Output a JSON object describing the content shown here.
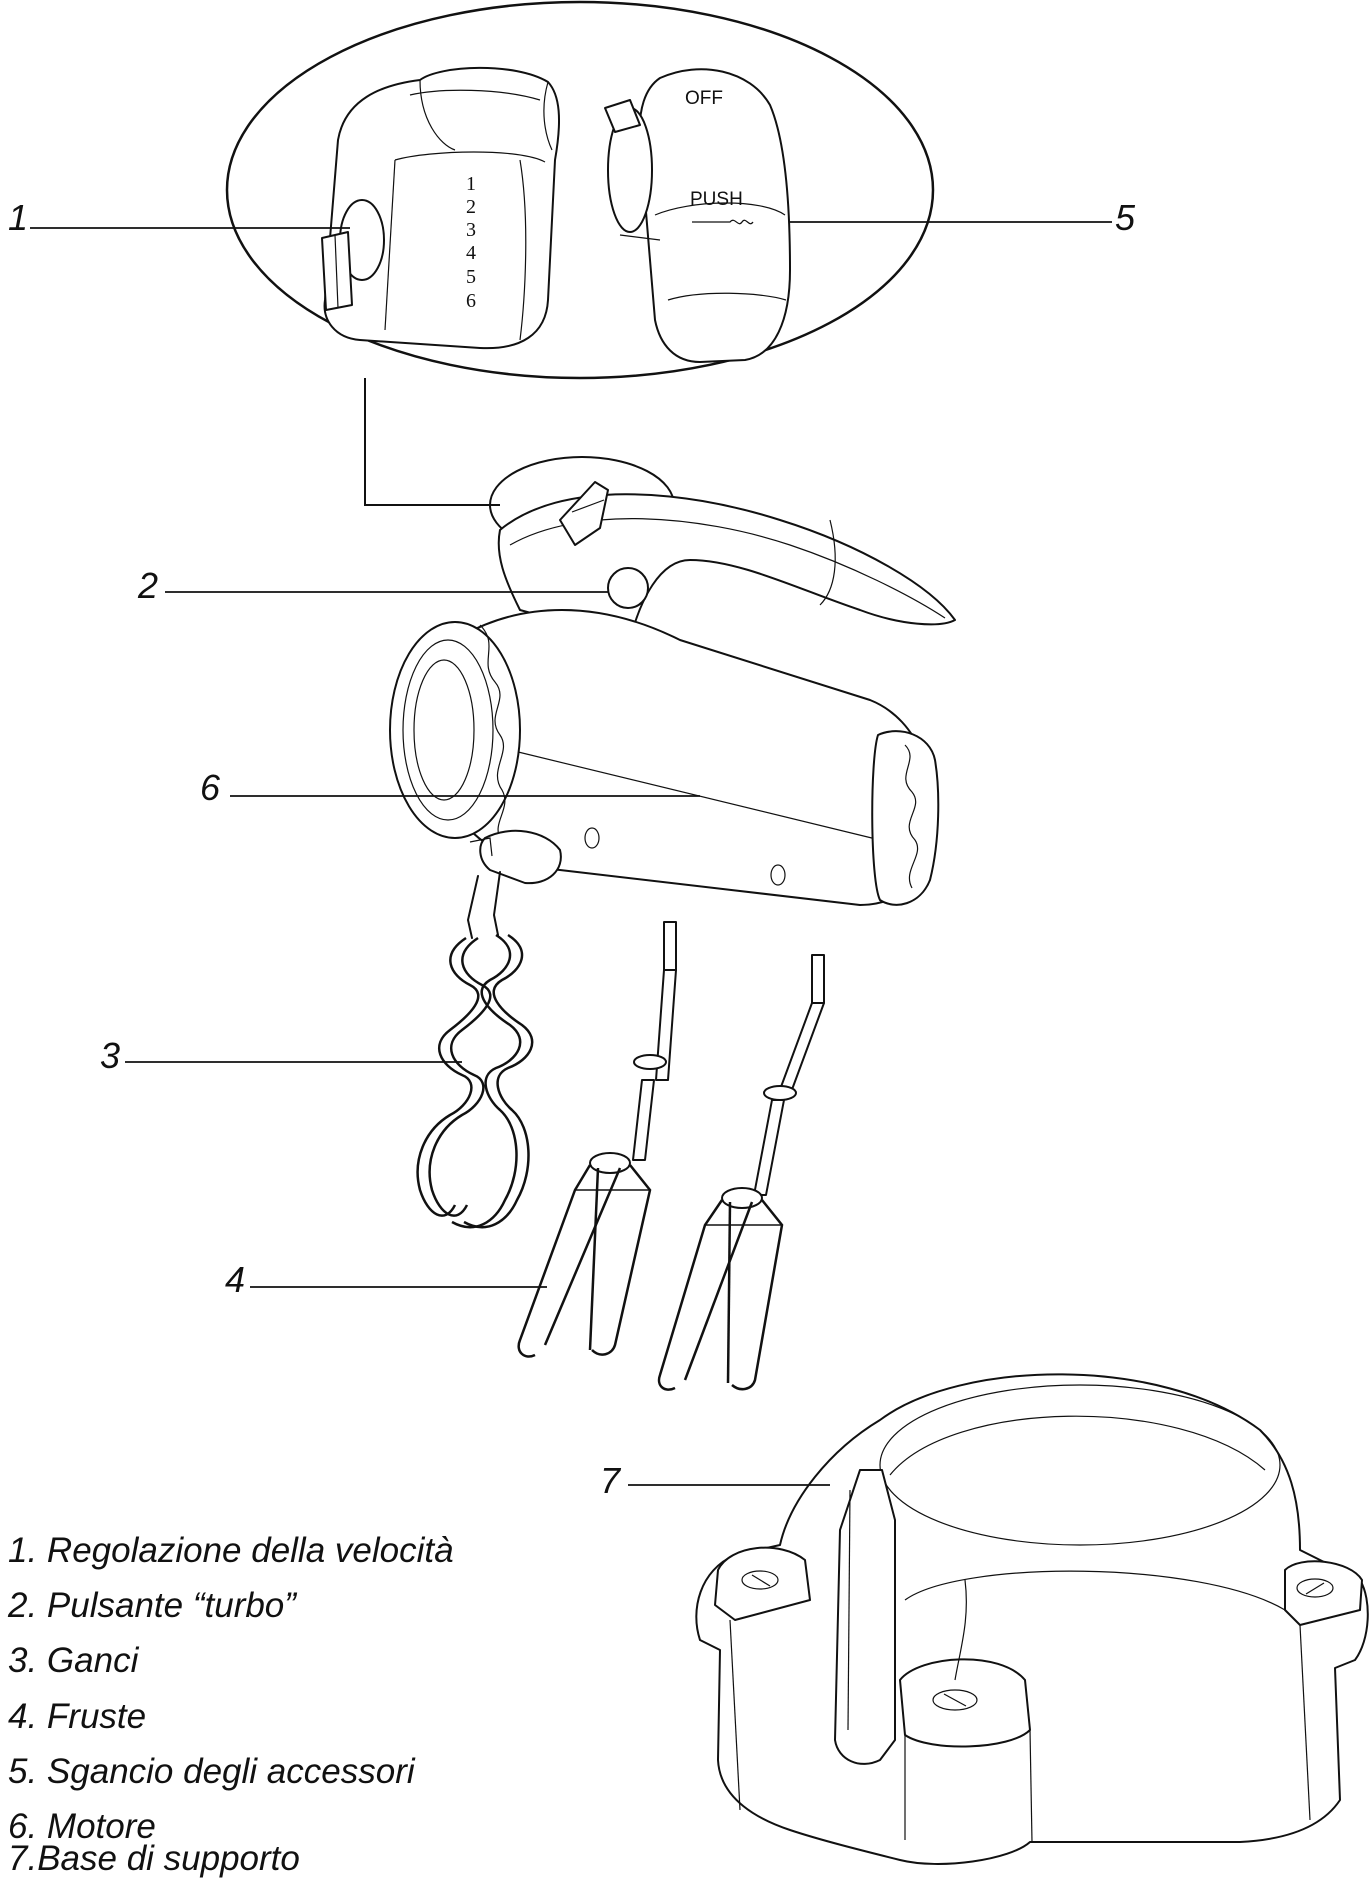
{
  "zoom_panel": {
    "speed_scale": [
      "1",
      "2",
      "3",
      "4",
      "5",
      "6"
    ],
    "eject_off_label": "OFF",
    "eject_push_label": "PUSH"
  },
  "callouts": [
    "1",
    "2",
    "3",
    "4",
    "5",
    "6",
    "7"
  ],
  "legend": [
    "1. Regolazione della velocità",
    "2. Pulsante “turbo”",
    "3. Ganci",
    "4. Fruste",
    "5. Sgancio degli accessori",
    "6. Motore",
    "7.Base di supporto"
  ]
}
